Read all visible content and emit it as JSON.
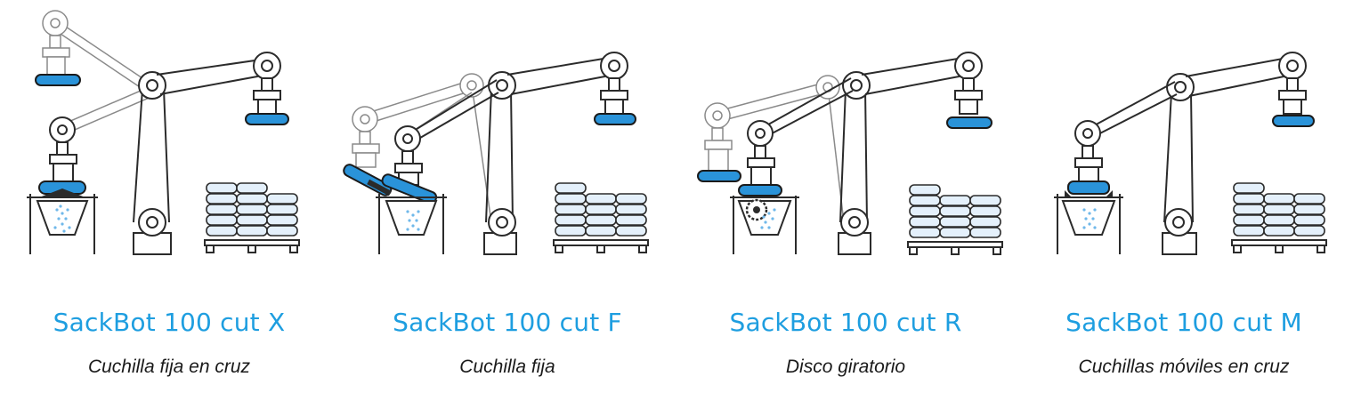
{
  "products": [
    {
      "name": "SackBot 100 cut X",
      "description": "Cuchilla fija en cruz",
      "cutter_icon": "cross-blade-icon"
    },
    {
      "name": "SackBot 100 cut F",
      "description": "Cuchilla fija",
      "cutter_icon": "fixed-blade-icon"
    },
    {
      "name": "SackBot 100 cut R",
      "description": "Disco giratorio",
      "cutter_icon": "rotating-disc-icon"
    },
    {
      "name": "SackBot 100 cut M",
      "description": "Cuchillas móviles en cruz",
      "cutter_icon": "moving-cross-blades-icon"
    }
  ],
  "colors": {
    "accent": "#1e9ee0",
    "gripper": "#2a93d9",
    "bag_fill": "#e4f0fb",
    "line": "#2b2b2b"
  }
}
